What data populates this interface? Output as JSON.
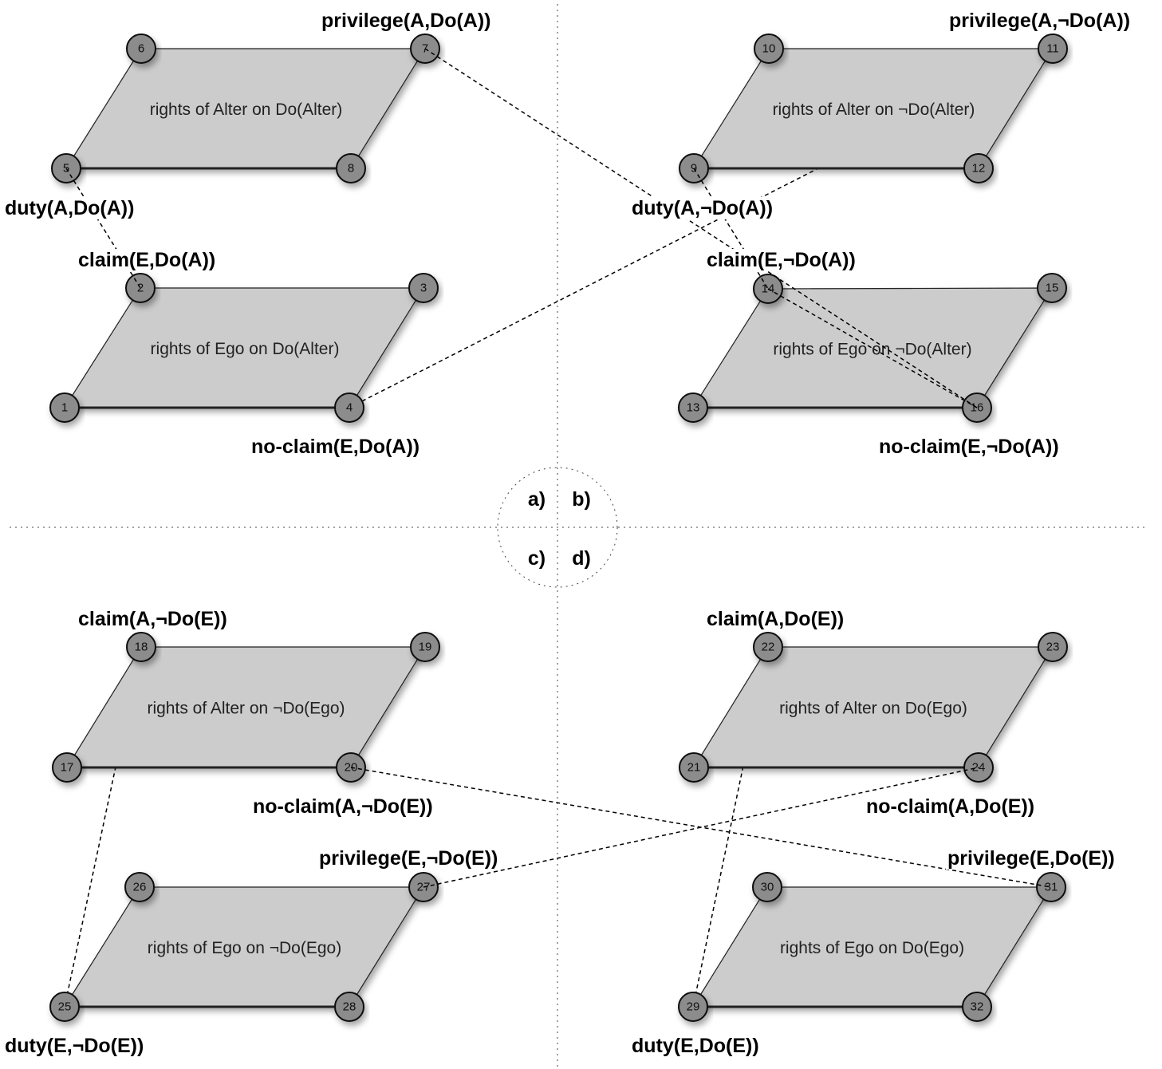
{
  "panels": [
    {
      "title": "rights of Alter on Do(Alter)",
      "nodes": [
        "5",
        "6",
        "7",
        "8"
      ]
    },
    {
      "title": "rights of Ego on Do(Alter)",
      "nodes": [
        "1",
        "2",
        "3",
        "4"
      ]
    },
    {
      "title": "rights of Alter on ¬Do(Alter)",
      "nodes": [
        "9",
        "10",
        "11",
        "12"
      ]
    },
    {
      "title": "rights of Ego on ¬Do(Alter)",
      "nodes": [
        "13",
        "14",
        "15",
        "16"
      ]
    },
    {
      "title": "rights of Alter on ¬Do(Ego)",
      "nodes": [
        "17",
        "18",
        "19",
        "20"
      ]
    },
    {
      "title": "rights of Ego on ¬Do(Ego)",
      "nodes": [
        "25",
        "26",
        "27",
        "28"
      ]
    },
    {
      "title": "rights of Alter on Do(Ego)",
      "nodes": [
        "21",
        "22",
        "23",
        "24"
      ]
    },
    {
      "title": "rights of Ego on Do(Ego)",
      "nodes": [
        "29",
        "30",
        "31",
        "32"
      ]
    }
  ],
  "labels": {
    "privilege_A_DoA": "privilege(A,Do(A))",
    "duty_A_DoA": "duty(A,Do(A))",
    "claim_E_DoA": "claim(E,Do(A))",
    "noclaim_E_DoA": "no-claim(E,Do(A))",
    "privilege_A_notDoA": "privilege(A,¬Do(A))",
    "duty_A_notDoA": "duty(A,¬Do(A))",
    "claim_E_notDoA": "claim(E,¬Do(A))",
    "noclaim_E_notDoA": "no-claim(E,¬Do(A))",
    "claim_A_notDoE": "claim(A,¬Do(E))",
    "noclaim_A_notDoE": "no-claim(A,¬Do(E))",
    "privilege_E_notDoE": "privilege(E,¬Do(E))",
    "duty_E_notDoE": "duty(E,¬Do(E))",
    "claim_A_DoE": "claim(A,Do(E))",
    "noclaim_A_DoE": "no-claim(A,Do(E))",
    "privilege_E_DoE": "privilege(E,Do(E))",
    "duty_E_DoE": "duty(E,Do(E))"
  },
  "quadrants": [
    "a)",
    "b)",
    "c)",
    "d)"
  ],
  "links": [
    [
      "5",
      "2"
    ],
    [
      "4",
      "11"
    ],
    [
      "7",
      "16"
    ],
    [
      "9",
      "14"
    ],
    [
      "14",
      "16"
    ],
    [
      "18",
      "25"
    ],
    [
      "22",
      "29"
    ],
    [
      "20",
      "31"
    ],
    [
      "27",
      "24"
    ]
  ]
}
